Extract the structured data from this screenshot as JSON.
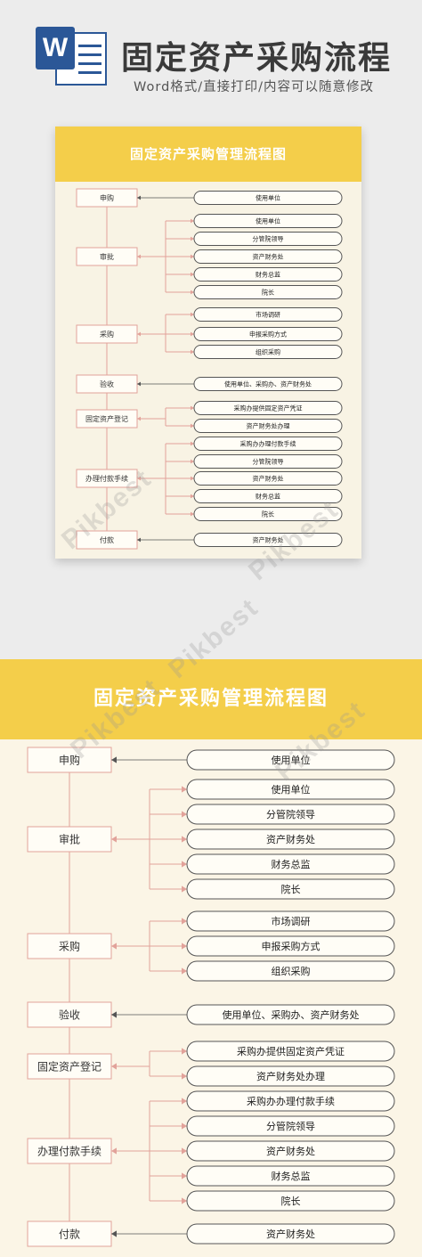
{
  "header": {
    "icon_letter": "W",
    "title": "固定资产采购流程",
    "subtitle": "Word格式/直接打印/内容可以随意修改"
  },
  "flowchart_title": "固定资产采购管理流程图",
  "steps": [
    {
      "label": "申购",
      "items": [
        "使用单位"
      ]
    },
    {
      "label": "审批",
      "items": [
        "使用单位",
        "分管院领导",
        "资产财务处",
        "财务总监",
        "院长"
      ]
    },
    {
      "label": "采购",
      "items": [
        "市场调研",
        "申报采购方式",
        "组织采购"
      ]
    },
    {
      "label": "验收",
      "items": [
        "使用单位、采购办、资产财务处"
      ]
    },
    {
      "label": "固定资产登记",
      "items": [
        "采购办提供固定资产凭证",
        "资产财务处办理"
      ]
    },
    {
      "label": "办理付款手续",
      "items": [
        "采购办办理付款手续",
        "分管院领导",
        "资产财务处",
        "财务总监",
        "院长"
      ]
    },
    {
      "label": "付款",
      "items": [
        "资产财务处"
      ]
    }
  ],
  "watermark": "Pikbest",
  "colors": {
    "accent": "#f4ce4a",
    "line": "#e2a29a",
    "pill_border": "#555555",
    "paper": "#fbf5e6"
  }
}
